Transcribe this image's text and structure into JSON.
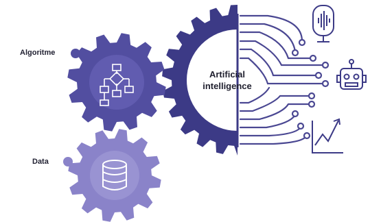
{
  "diagram": {
    "labels": {
      "algorithm": "Algoritme",
      "data": "Data",
      "ai_line1": "Artificial",
      "ai_line2": "intelligence"
    },
    "icons": [
      "flowchart-icon",
      "database-icon",
      "microphone-icon",
      "robot-icon",
      "line-chart-icon"
    ],
    "colors": {
      "gear_dark": "#3c3a86",
      "gear_mid": "#524ea0",
      "gear_light": "#8a83c9",
      "circuit": "#4a4792",
      "text": "#222233"
    }
  }
}
